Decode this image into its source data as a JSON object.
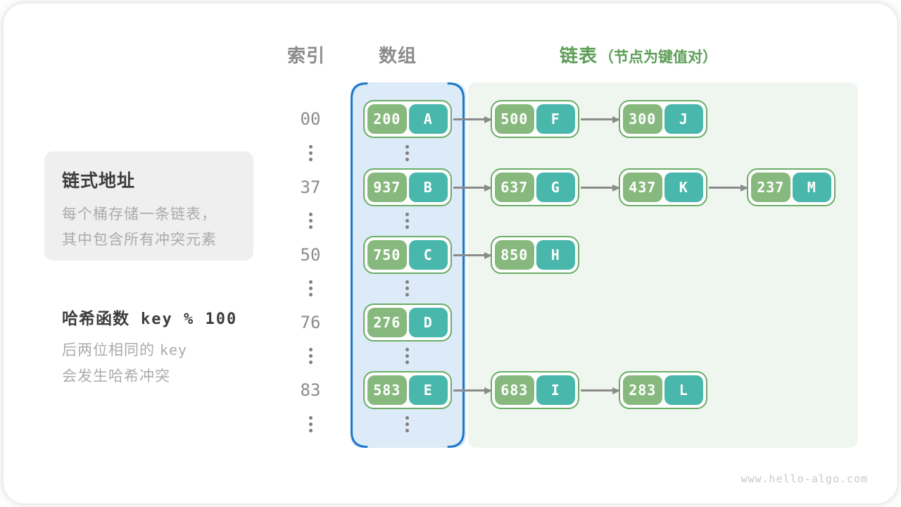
{
  "headers": {
    "index_label": "索引",
    "array_label": "数组",
    "list_label": "链表",
    "list_note": "（节点为键值对）"
  },
  "info_box": {
    "title": "链式地址",
    "line1": "每个桶存储一条链表，",
    "line2": "其中包含所有冲突元素"
  },
  "hash_note": {
    "title": "哈希函数",
    "code": "key % 100",
    "line1_prefix": "后两位相同的",
    "line1_code": "key",
    "line2": "会发生哈希冲突"
  },
  "rows": [
    {
      "index": "00",
      "bucket": {
        "key": "200",
        "value": "A"
      },
      "chain": [
        {
          "key": "500",
          "value": "F"
        },
        {
          "key": "300",
          "value": "J"
        }
      ]
    },
    {
      "index": "37",
      "bucket": {
        "key": "937",
        "value": "B"
      },
      "chain": [
        {
          "key": "637",
          "value": "G"
        },
        {
          "key": "437",
          "value": "K"
        },
        {
          "key": "237",
          "value": "M"
        }
      ]
    },
    {
      "index": "50",
      "bucket": {
        "key": "750",
        "value": "C"
      },
      "chain": [
        {
          "key": "850",
          "value": "H"
        }
      ]
    },
    {
      "index": "76",
      "bucket": {
        "key": "276",
        "value": "D"
      },
      "chain": []
    },
    {
      "index": "83",
      "bucket": {
        "key": "583",
        "value": "E"
      },
      "chain": [
        {
          "key": "683",
          "value": "I"
        },
        {
          "key": "283",
          "value": "L"
        }
      ]
    }
  ],
  "watermark": "www.hello-algo.com",
  "colors": {
    "key-green": "#87b97e",
    "value-teal": "#49b7ab",
    "node-border": "#6aad66",
    "panel-blue-bg": "#dcebf7",
    "panel-blue-border": "#1e78c8",
    "panel-green-bg": "#eff6ef",
    "header-green": "#5d9e57",
    "text-gray": "#8b8b8b",
    "text-dark": "#3d3d3d",
    "muted": "#ababab",
    "arrow": "#8b8b8b"
  }
}
